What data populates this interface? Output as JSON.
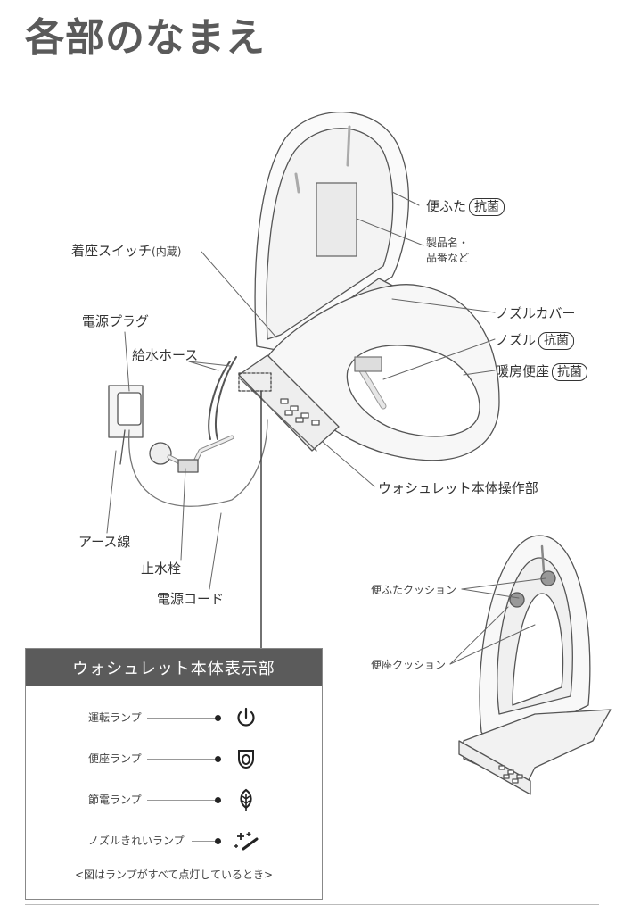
{
  "page": {
    "title": "各部のなまえ"
  },
  "labels": {
    "seat_switch": "着座スイッチ",
    "seat_switch_note": "(内蔵)",
    "lid": "便ふた",
    "lid_badge": "抗菌",
    "product_name_line1": "製品名・",
    "product_name_line2": "品番など",
    "power_plug": "電源プラグ",
    "supply_hose": "給水ホース",
    "nozzle_cover": "ノズルカバー",
    "nozzle": "ノズル",
    "nozzle_badge": "抗菌",
    "heated_seat": "暖房便座",
    "heated_seat_badge": "抗菌",
    "body_controls": "ウォシュレット本体操作部",
    "earth_wire": "アース線",
    "stop_valve": "止水栓",
    "power_cord": "電源コード",
    "lid_cushion": "便ふたクッション",
    "seat_cushion": "便座クッション"
  },
  "display_panel": {
    "title": "ウォシュレット本体表示部",
    "lamps": [
      {
        "label": "運転ランプ",
        "icon": "power-icon"
      },
      {
        "label": "便座ランプ",
        "icon": "seat-icon"
      },
      {
        "label": "節電ランプ",
        "icon": "leaf-icon"
      },
      {
        "label": "ノズルきれいランプ",
        "icon": "sparkle-nozzle-icon"
      }
    ],
    "note": "<図はランプがすべて点灯しているとき>"
  }
}
